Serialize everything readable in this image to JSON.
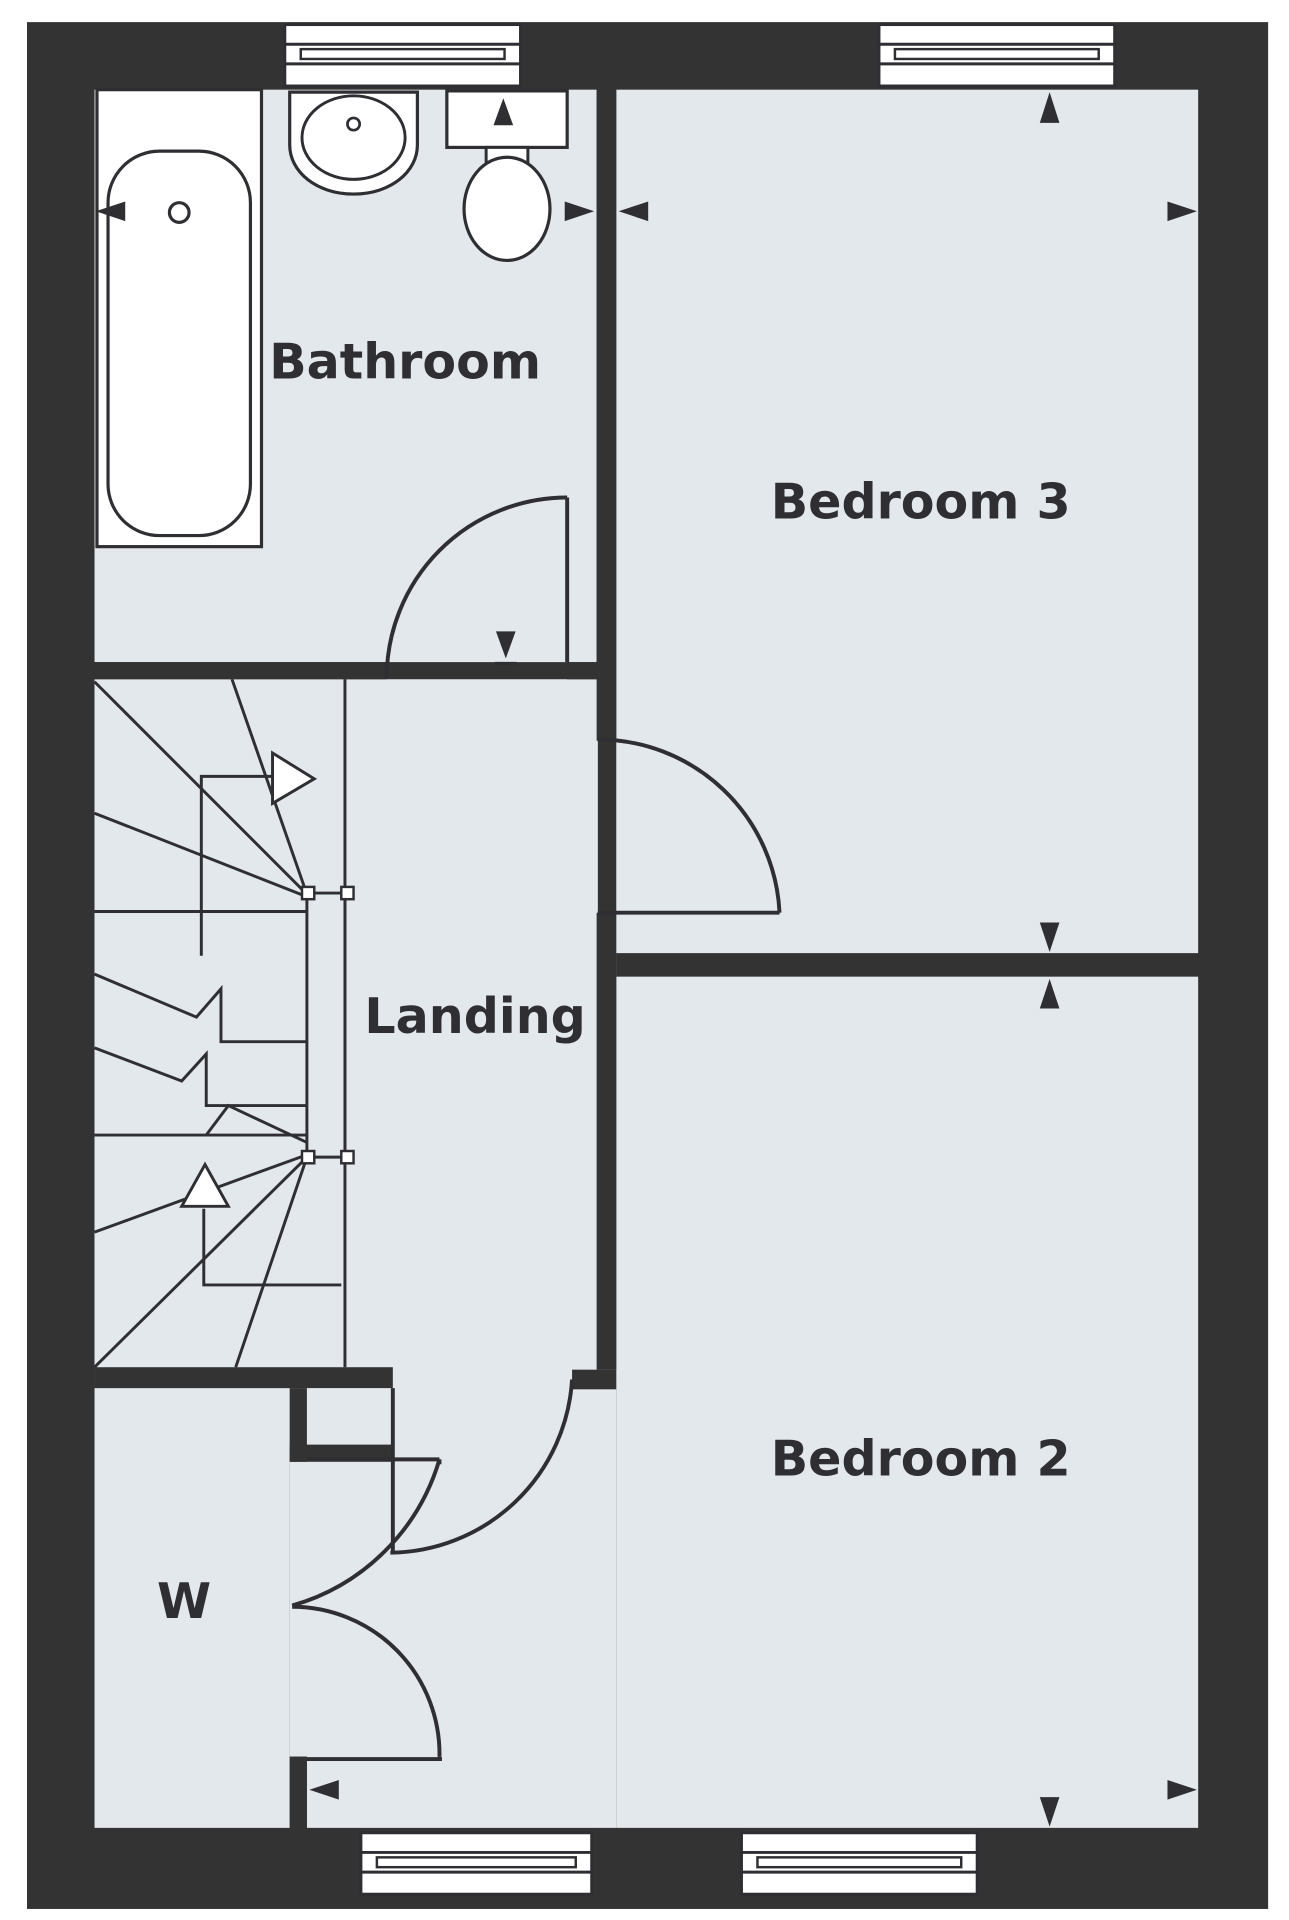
{
  "rooms": {
    "bathroom": "Bathroom",
    "bedroom3": "Bedroom 3",
    "landing": "Landing",
    "bedroom2": "Bedroom 2",
    "wardrobe": "W"
  },
  "colors": {
    "wall": "#333333",
    "floor": "#e3e8ed",
    "line": "#2f2f33",
    "fixture": "#ffffff"
  }
}
